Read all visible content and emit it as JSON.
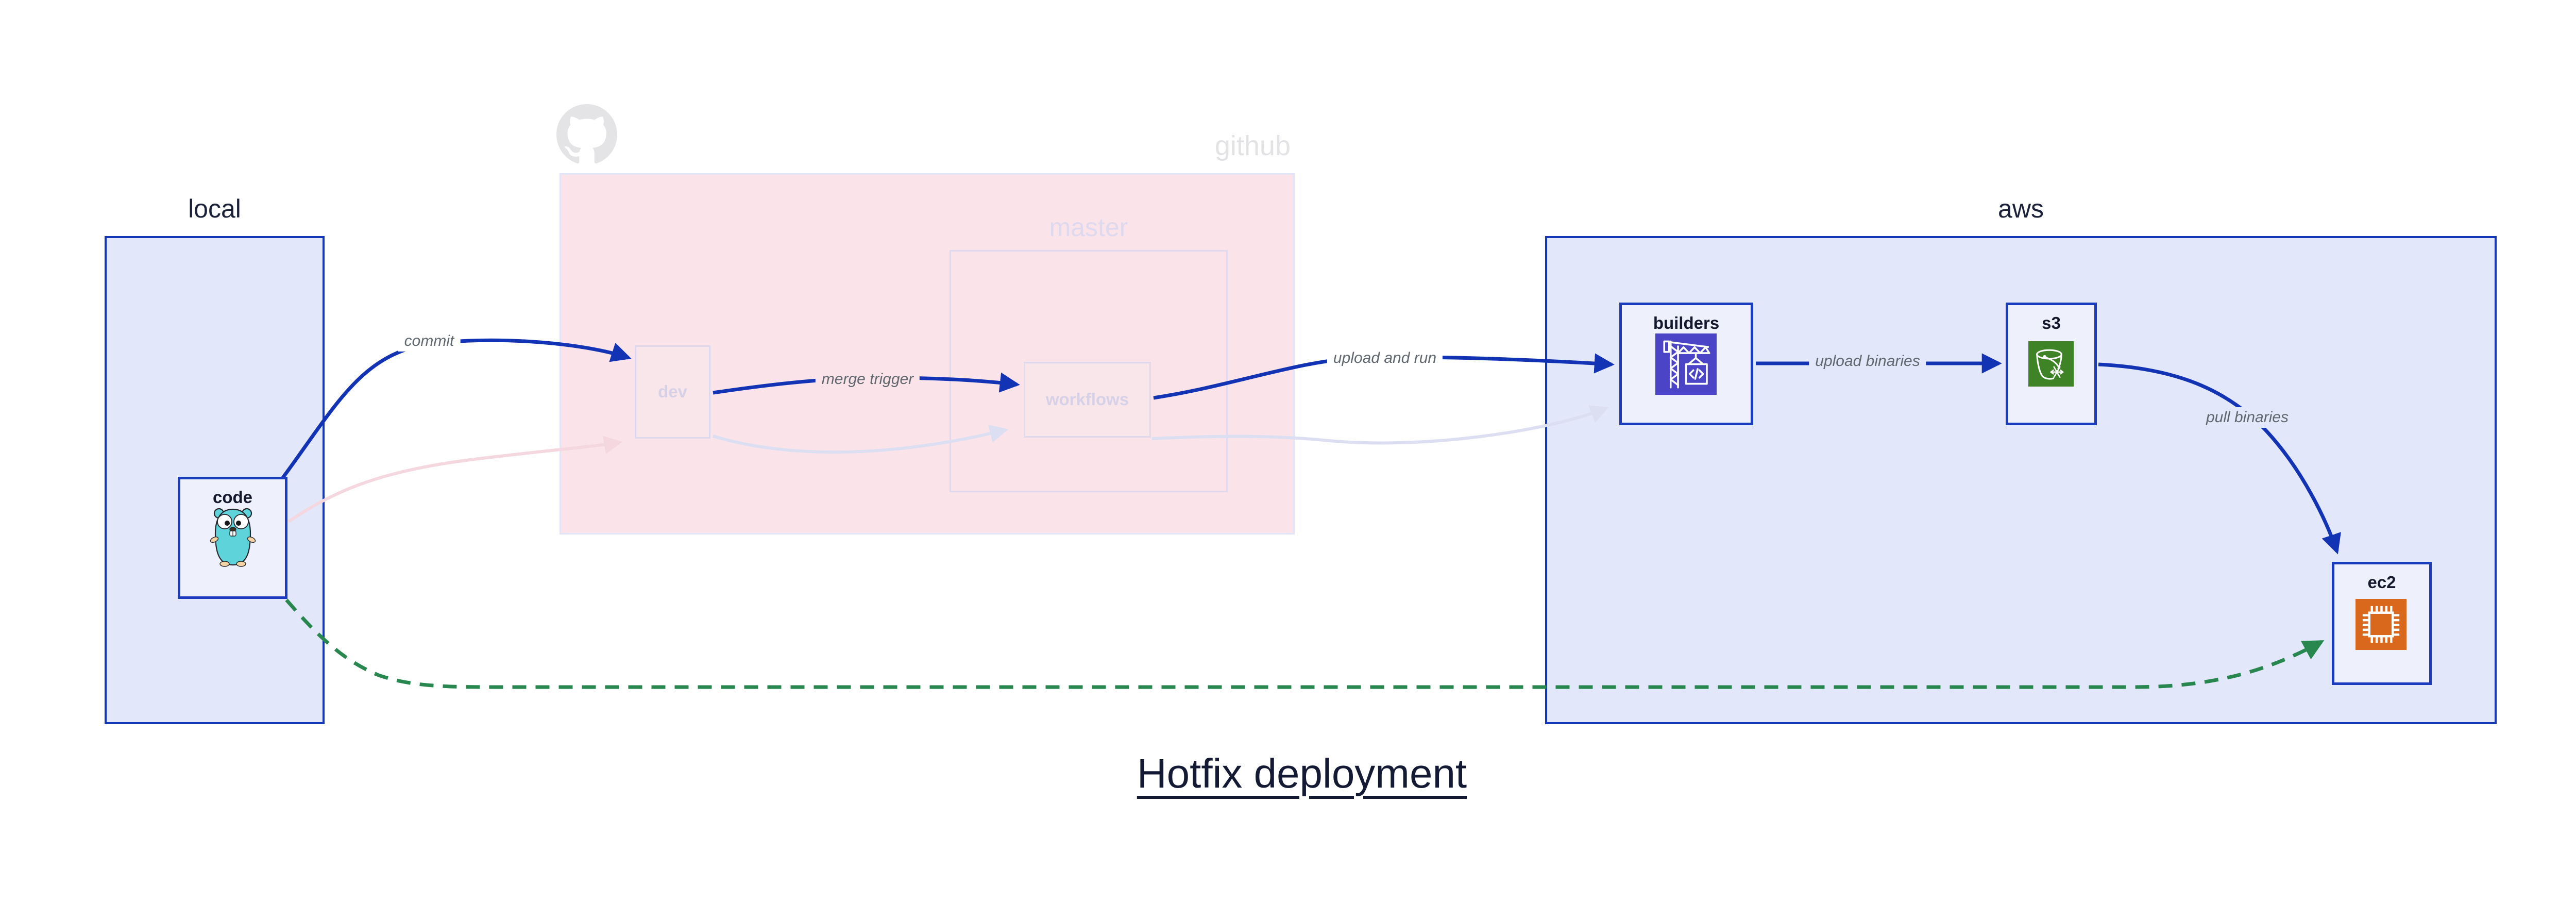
{
  "title": "Hotfix deployment",
  "regions": {
    "local": {
      "label": "local"
    },
    "github": {
      "label": "github",
      "master": {
        "label": "master"
      }
    },
    "aws": {
      "label": "aws"
    }
  },
  "nodes": {
    "code": {
      "label": "code",
      "icon": "go-gopher-icon"
    },
    "dev": {
      "label": "dev"
    },
    "workflows": {
      "label": "workflows"
    },
    "builders": {
      "label": "builders",
      "icon": "codebuild-crane-icon"
    },
    "s3": {
      "label": "s3",
      "icon": "s3-glacier-bucket-icon"
    },
    "ec2": {
      "label": "ec2",
      "icon": "ec2-chip-icon"
    }
  },
  "edges": {
    "commit": {
      "label": "commit",
      "from": "code",
      "to": "dev",
      "style": "solid-blue"
    },
    "merge_trigger": {
      "label": "merge trigger",
      "from": "dev",
      "to": "workflows",
      "style": "solid-blue"
    },
    "upload_and_run": {
      "label": "upload and run",
      "from": "workflows",
      "to": "builders",
      "style": "solid-blue"
    },
    "upload_binaries": {
      "label": "upload binaries",
      "from": "builders",
      "to": "s3",
      "style": "solid-blue"
    },
    "pull_binaries": {
      "label": "pull binaries",
      "from": "s3",
      "to": "ec2",
      "style": "solid-blue"
    },
    "hotfix_path": {
      "label": "",
      "from": "code",
      "to": "ec2",
      "style": "dashed-green"
    },
    "ghost_commit": {
      "label": "",
      "from": "code",
      "to": "dev",
      "style": "faded-pink"
    },
    "ghost_merge": {
      "label": "",
      "from": "dev",
      "to": "workflows",
      "style": "faded-lavender"
    },
    "ghost_run": {
      "label": "",
      "from": "workflows",
      "to": "builders",
      "style": "faded-lavender"
    }
  },
  "colors": {
    "arrow_blue": "#1233b4",
    "arrow_green": "#27874f",
    "ghost_pink": "#f4d7df",
    "ghost_lavender": "#dcdff2",
    "region_fill_blue": "#e2e7fa",
    "region_border_blue": "#1437b8",
    "region_fill_pink": "#fae4ea",
    "node_fill": "#eef1fc",
    "node_border": "#1b3cbe",
    "faded_border": "#ded9ee",
    "codebuild_icon_bg": "#4b44c6",
    "s3_icon_bg": "#3e8427",
    "ec2_icon_bg": "#d9671c",
    "gopher_body": "#5fd3da",
    "text_dark": "#14192e",
    "text_edge_label": "#61676e",
    "text_faded": "#e3e3e5"
  }
}
